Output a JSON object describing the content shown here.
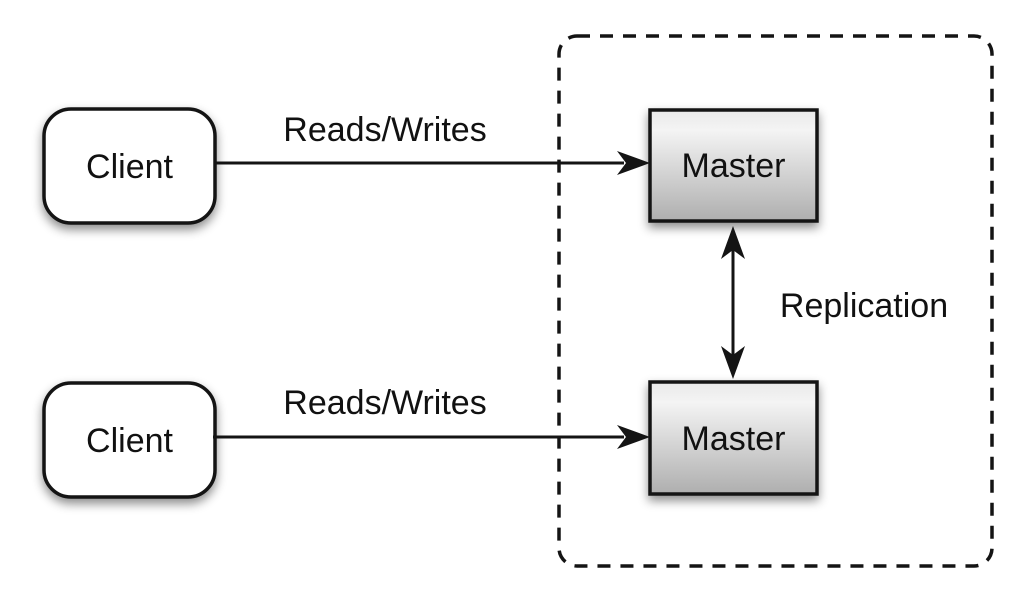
{
  "diagram": {
    "type": "architecture-diagram",
    "nodes": {
      "client_top": {
        "label": "Client"
      },
      "client_bottom": {
        "label": "Client"
      },
      "master_top": {
        "label": "Master"
      },
      "master_bottom": {
        "label": "Master"
      }
    },
    "edges": {
      "reads_writes_top": {
        "label": "Reads/Writes",
        "from": "client_top",
        "to": "master_top",
        "direction": "one-way"
      },
      "reads_writes_bottom": {
        "label": "Reads/Writes",
        "from": "client_bottom",
        "to": "master_bottom",
        "direction": "one-way"
      },
      "replication": {
        "label": "Replication",
        "from": "master_top",
        "to": "master_bottom",
        "direction": "two-way"
      }
    },
    "colors": {
      "line": "#141414",
      "client_fill": "#ffffff",
      "master_fill_top": "#f4f4f4",
      "master_fill_bottom": "#aeaeae",
      "background": "#ffffff"
    }
  }
}
